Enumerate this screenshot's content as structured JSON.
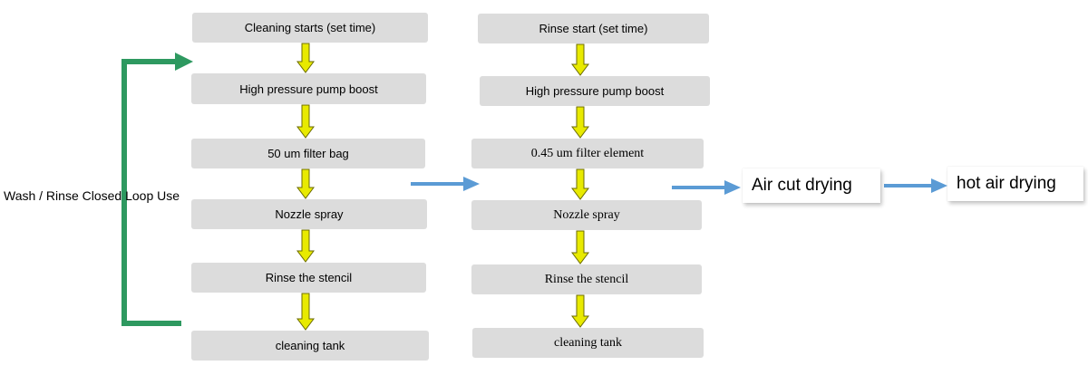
{
  "wash_column": {
    "steps": [
      "Cleaning starts (set time)",
      "High pressure pump boost",
      "50 um filter bag",
      "Nozzle spray",
      "Rinse the stencil",
      "cleaning tank"
    ]
  },
  "rinse_column": {
    "steps": [
      "Rinse start (set time)",
      "High pressure pump boost",
      "0.45 um filter element",
      "Nozzle spray",
      "Rinse the stencil",
      "cleaning tank"
    ]
  },
  "loop_label": "Wash / Rinse Closed Loop Use",
  "drying_steps": [
    "Air cut drying",
    "hot air drying"
  ],
  "colors": {
    "box_fill": "#dcdcdc",
    "down_arrow_fill": "#e8ea00",
    "down_arrow_stroke": "#6b6b00",
    "flow_arrow": "#5b9bd5",
    "loop_line": "#2e9960"
  }
}
